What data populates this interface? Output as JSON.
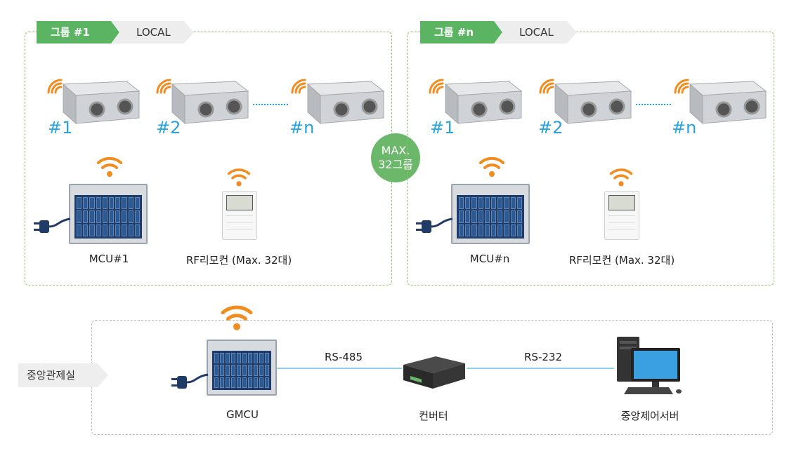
{
  "group1": {
    "tag": "그룹 #1",
    "mode": "LOCAL",
    "units": [
      "#1",
      "#2",
      "#n"
    ],
    "mcu_label": "MCU#1",
    "remote_label": "RF리모컨 (Max. 32대)"
  },
  "groupN": {
    "tag": "그룹 #n",
    "mode": "LOCAL",
    "units": [
      "#1",
      "#2",
      "#n"
    ],
    "mcu_label": "MCU#n",
    "remote_label": "RF리모컨 (Max. 32대)"
  },
  "max_badge": {
    "line1": "MAX.",
    "line2": "32그룹"
  },
  "central": {
    "tag": "중앙관제실",
    "gmcu_label": "GMCU",
    "link1": "RS-485",
    "converter_label": "컨버터",
    "link2": "RS-232",
    "server_label": "중앙제어서버"
  },
  "colors": {
    "green_tag": "#5ab462",
    "dashed_green": "#8cc26b",
    "number_blue": "#29a3df",
    "wifi_orange": "#f28c1e",
    "badge_green": "#6bb86b"
  },
  "icons": {
    "wifi": "wifi-icon",
    "plug": "plug-icon",
    "unit": "ventilation-unit",
    "panel": "mcu-panel",
    "remote": "rf-remote",
    "converter": "converter-box",
    "server": "server-pc"
  }
}
